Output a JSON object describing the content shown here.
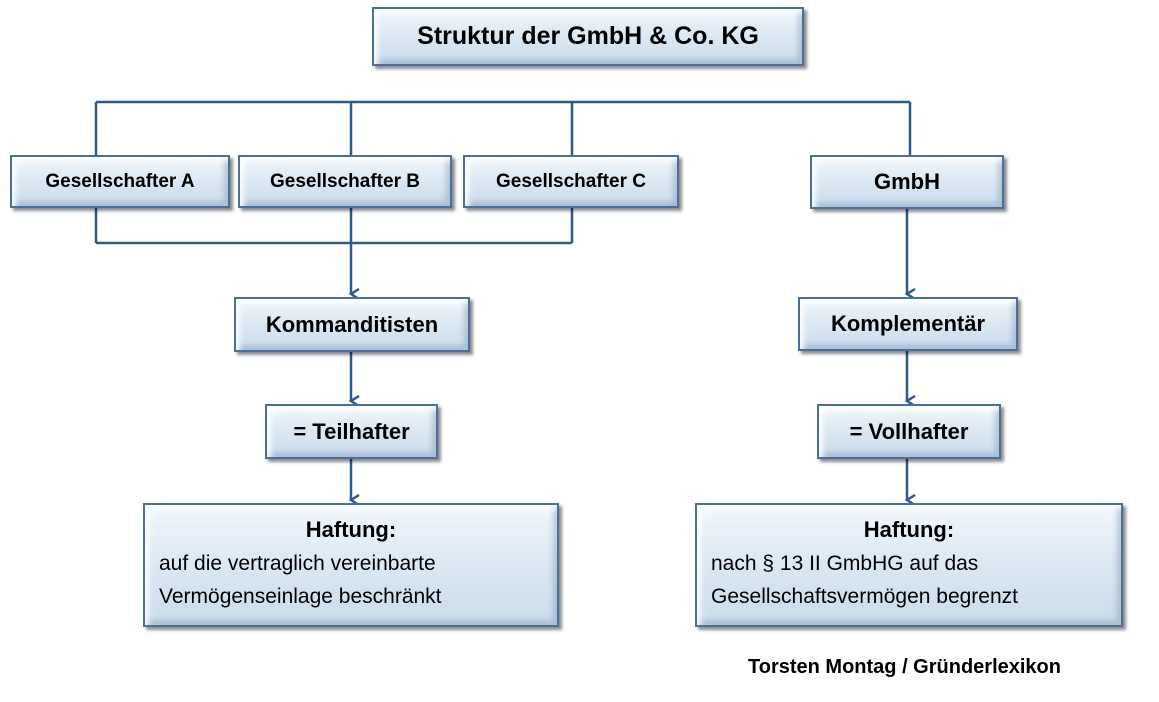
{
  "title": "Struktur der GmbH & Co. KG",
  "partners": {
    "a": "Gesellschafter A",
    "b": "Gesellschafter B",
    "c": "Gesellschafter C"
  },
  "gmbh": "GmbH",
  "left": {
    "role": "Kommanditisten",
    "type": "= Teilhafter",
    "liability_heading": "Haftung:",
    "liability_line1": "auf die vertraglich vereinbarte",
    "liability_line2": "Vermögenseinlage beschränkt"
  },
  "right": {
    "role": "Komplementär",
    "type": "= Vollhafter",
    "liability_heading": "Haftung:",
    "liability_line1": "nach § 13 II GmbHG auf das",
    "liability_line2": "Gesellschaftsvermögen begrenzt"
  },
  "credit": "Torsten Montag / Gründerlexikon",
  "colors": {
    "line": "#2f5a8a",
    "border": "#4a6f9a",
    "fill": "#dde9f4"
  }
}
